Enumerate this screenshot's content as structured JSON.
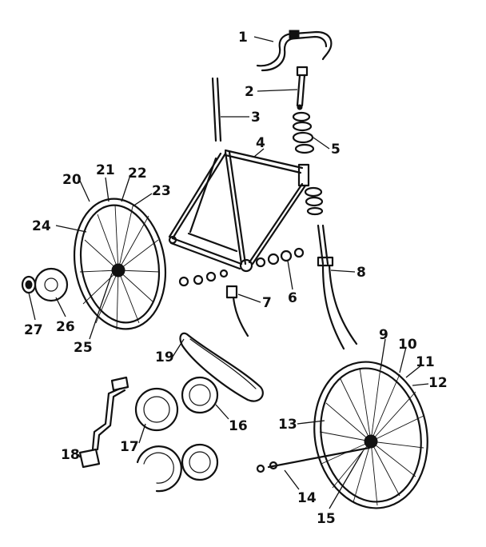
{
  "diagram": {
    "callouts": [
      "1",
      "2",
      "3",
      "4",
      "5",
      "6",
      "7",
      "8",
      "9",
      "10",
      "11",
      "12",
      "13",
      "14",
      "15",
      "16",
      "17",
      "18",
      "19",
      "20",
      "21",
      "22",
      "23",
      "24",
      "25",
      "26",
      "27"
    ],
    "colors": {
      "ink": "#111111",
      "background": "#ffffff"
    }
  }
}
